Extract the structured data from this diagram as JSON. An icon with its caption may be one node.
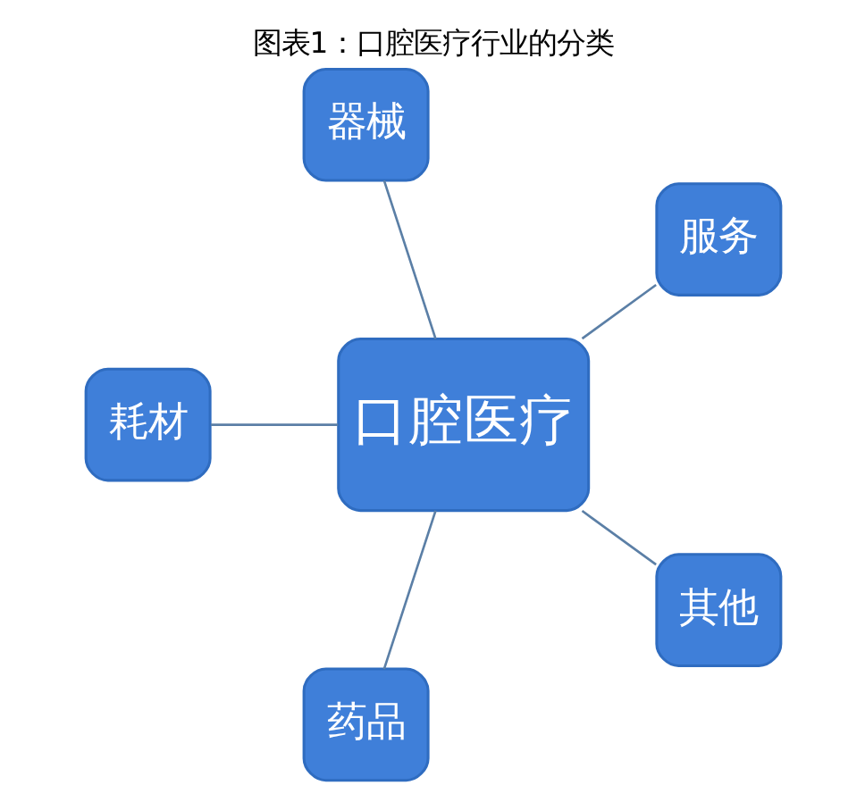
{
  "diagram": {
    "title": "图表1：口腔医疗行业的分类",
    "nodes": [
      {
        "text": [
          "服务"
        ]
      },
      {
        "text": [
          "器械"
        ]
      },
      {
        "text": [
          "口腔医疗"
        ]
      },
      {
        "text": [
          "耗材"
        ]
      },
      {
        "text": [
          "药品"
        ]
      },
      {
        "text": [
          "其他"
        ]
      }
    ],
    "edges": [
      {
        "from": 2,
        "to": 0,
        "arrow": "none"
      },
      {
        "from": 2,
        "to": 3,
        "arrow": "none"
      },
      {
        "from": 2,
        "to": 5,
        "arrow": "none"
      },
      {
        "from": 2,
        "to": 4,
        "arrow": "none"
      },
      {
        "from": 2,
        "to": 1,
        "arrow": "none"
      }
    ]
  }
}
